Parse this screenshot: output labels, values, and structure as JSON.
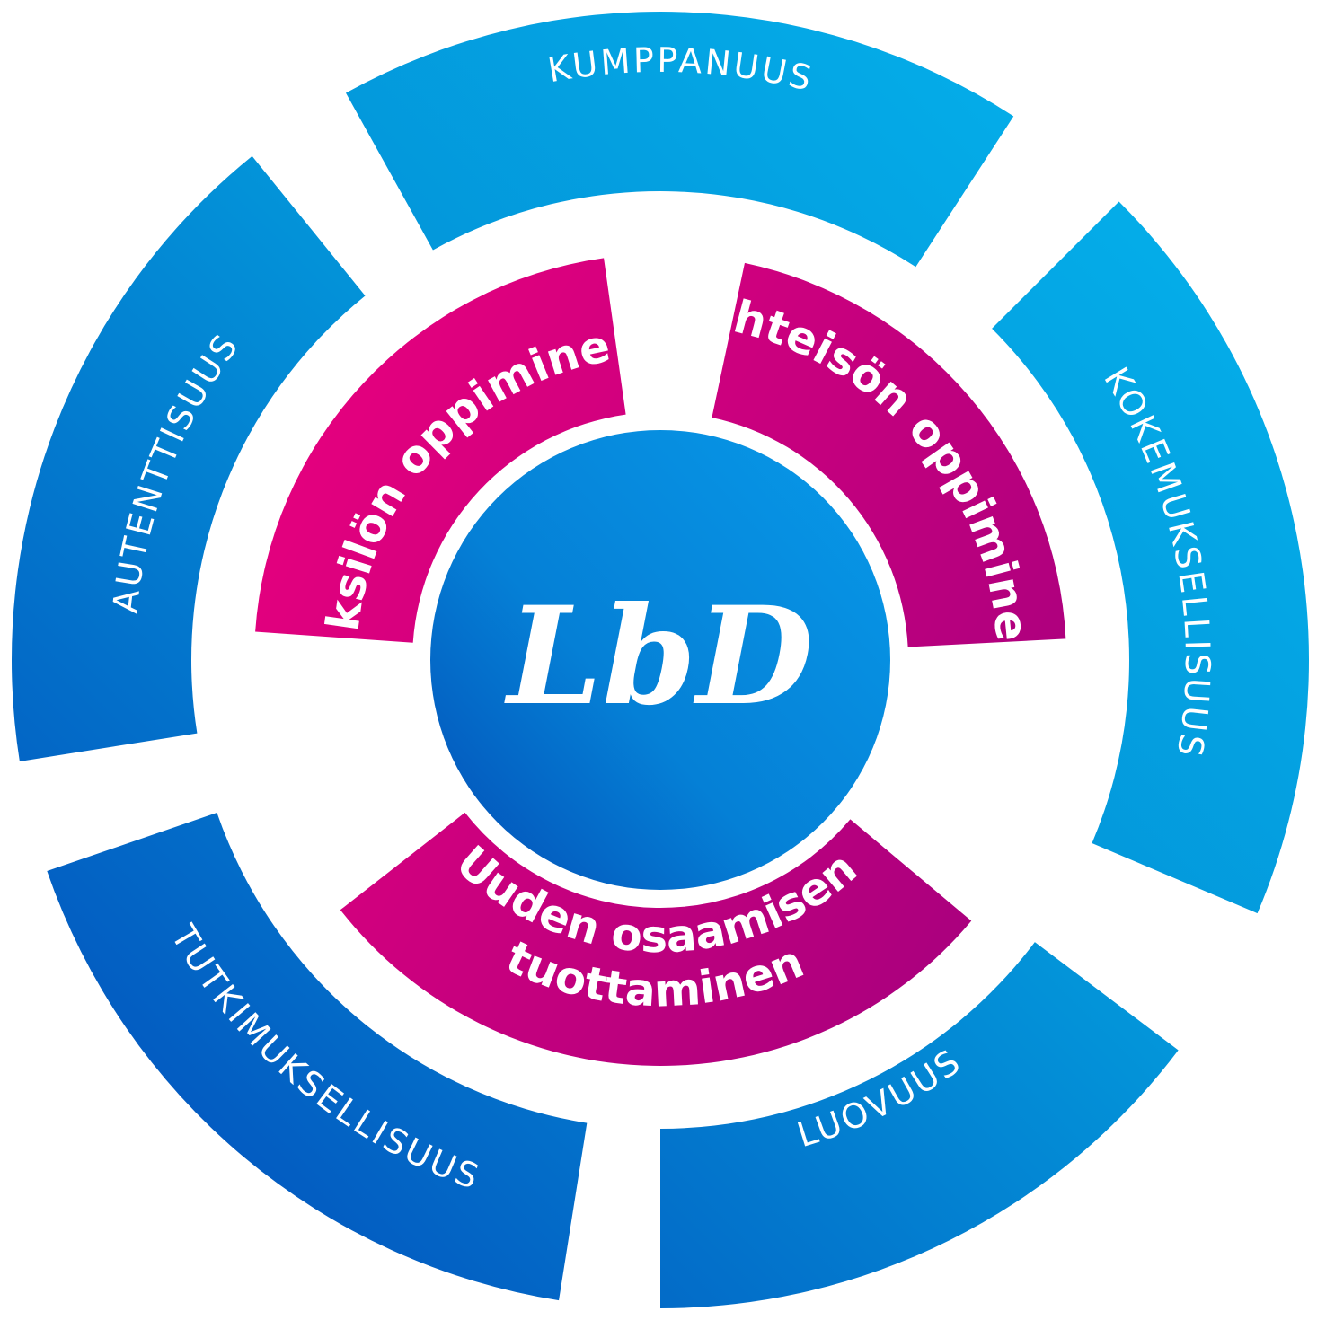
{
  "diagram": {
    "center": {
      "label": "LbD"
    },
    "inner_ring": [
      {
        "id": "yksilon",
        "label": "Yksilön oppiminen"
      },
      {
        "id": "yhteison",
        "label": "Yhteisön oppiminen"
      },
      {
        "id": "uuden",
        "line1": "Uuden osaamisen",
        "line2": "tuottaminen"
      }
    ],
    "outer_ring": [
      {
        "id": "kumppanuus",
        "label": "KUMPPANUUS"
      },
      {
        "id": "kokemuksellisuus",
        "label": "KOKEMUKSELLISUUS"
      },
      {
        "id": "luovuus",
        "label": "LUOVUUS"
      },
      {
        "id": "tutkimuksellisuus",
        "label": "TUTKIMUKSELLISUUS"
      },
      {
        "id": "autenttisuus",
        "label": "AUTENTTISUUS"
      }
    ]
  },
  "colors": {
    "outer_light": "#03AEE8",
    "outer_dark": "#0457BD",
    "inner_pink": "#E6007E",
    "inner_purple": "#A5007E",
    "center_light": "#0796E6",
    "center_dark": "#0357BC",
    "text": "#FFFFFF"
  }
}
